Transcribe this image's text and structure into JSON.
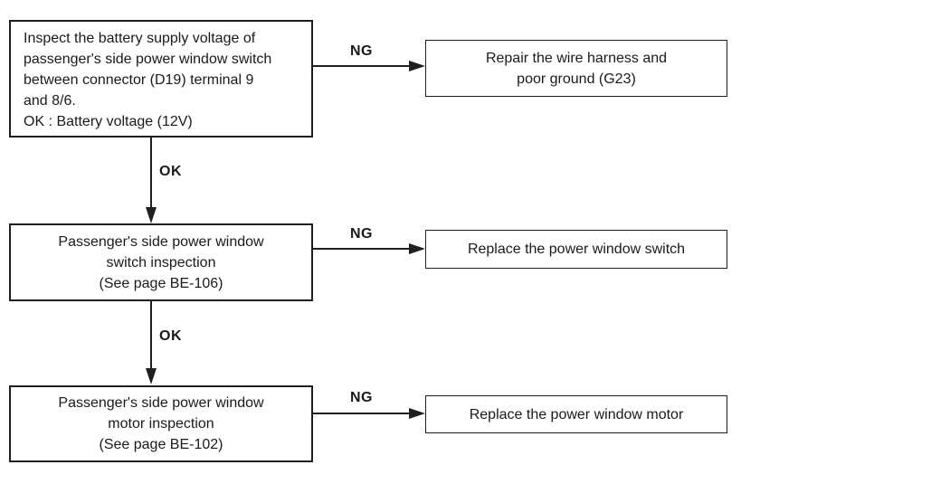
{
  "diagram": {
    "type": "flowchart",
    "labels": {
      "ok": "OK",
      "ng": "NG"
    },
    "nodes": {
      "battery_check": {
        "text": "Inspect the battery supply voltage of\npassenger's side power window switch\nbetween connector (D19) terminal 9\nand 8/6.\nOK : Battery voltage (12V)"
      },
      "repair_harness": {
        "text": "Repair the wire harness and\npoor ground (G23)"
      },
      "switch_inspection": {
        "text": "Passenger's side power window\nswitch inspection\n(See page BE-106)"
      },
      "replace_switch": {
        "text": "Replace the power window switch"
      },
      "motor_inspection": {
        "text": "Passenger's side power window\nmotor inspection\n(See page BE-102)"
      },
      "replace_motor": {
        "text": "Replace the power window motor"
      }
    },
    "colors": {
      "background": "#ffffff",
      "line": "#1f1f1f",
      "text": "#1a1a1a"
    }
  }
}
